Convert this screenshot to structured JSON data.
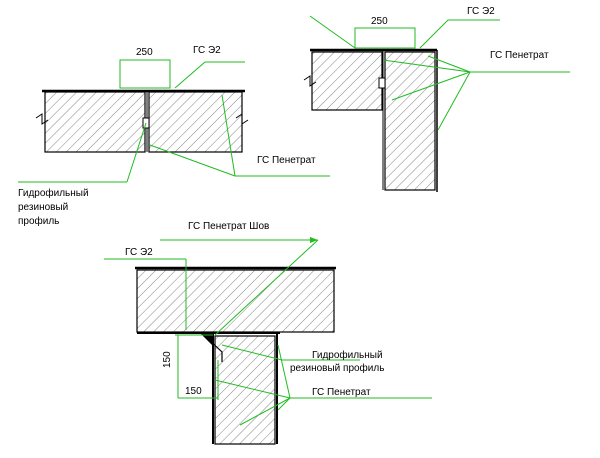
{
  "colors": {
    "leader": "#22bb22",
    "outline": "#000000",
    "hatch": "#555555",
    "background": "#ffffff"
  },
  "detail_1": {
    "dim_width": "250",
    "label_gs_e2": "ГС Э2",
    "label_penetrat": "ГС Пенетрат",
    "label_profile_line1": "Гидрофильный",
    "label_profile_line2": "резиновый",
    "label_profile_line3": "профиль"
  },
  "detail_2": {
    "dim_width": "250",
    "label_gs_e2": "ГС Э2",
    "label_penetrat": "ГС Пенетрат"
  },
  "detail_3": {
    "label_penetrat_seam": "ГС Пенетрат Шов",
    "label_gs_e2": "ГС Э2",
    "dim_vertical": "150",
    "dim_horizontal": "150",
    "label_profile_line1": "Гидрофильный",
    "label_profile_line2": "резиновый профиль",
    "label_penetrat": "ГС Пенетрат"
  }
}
